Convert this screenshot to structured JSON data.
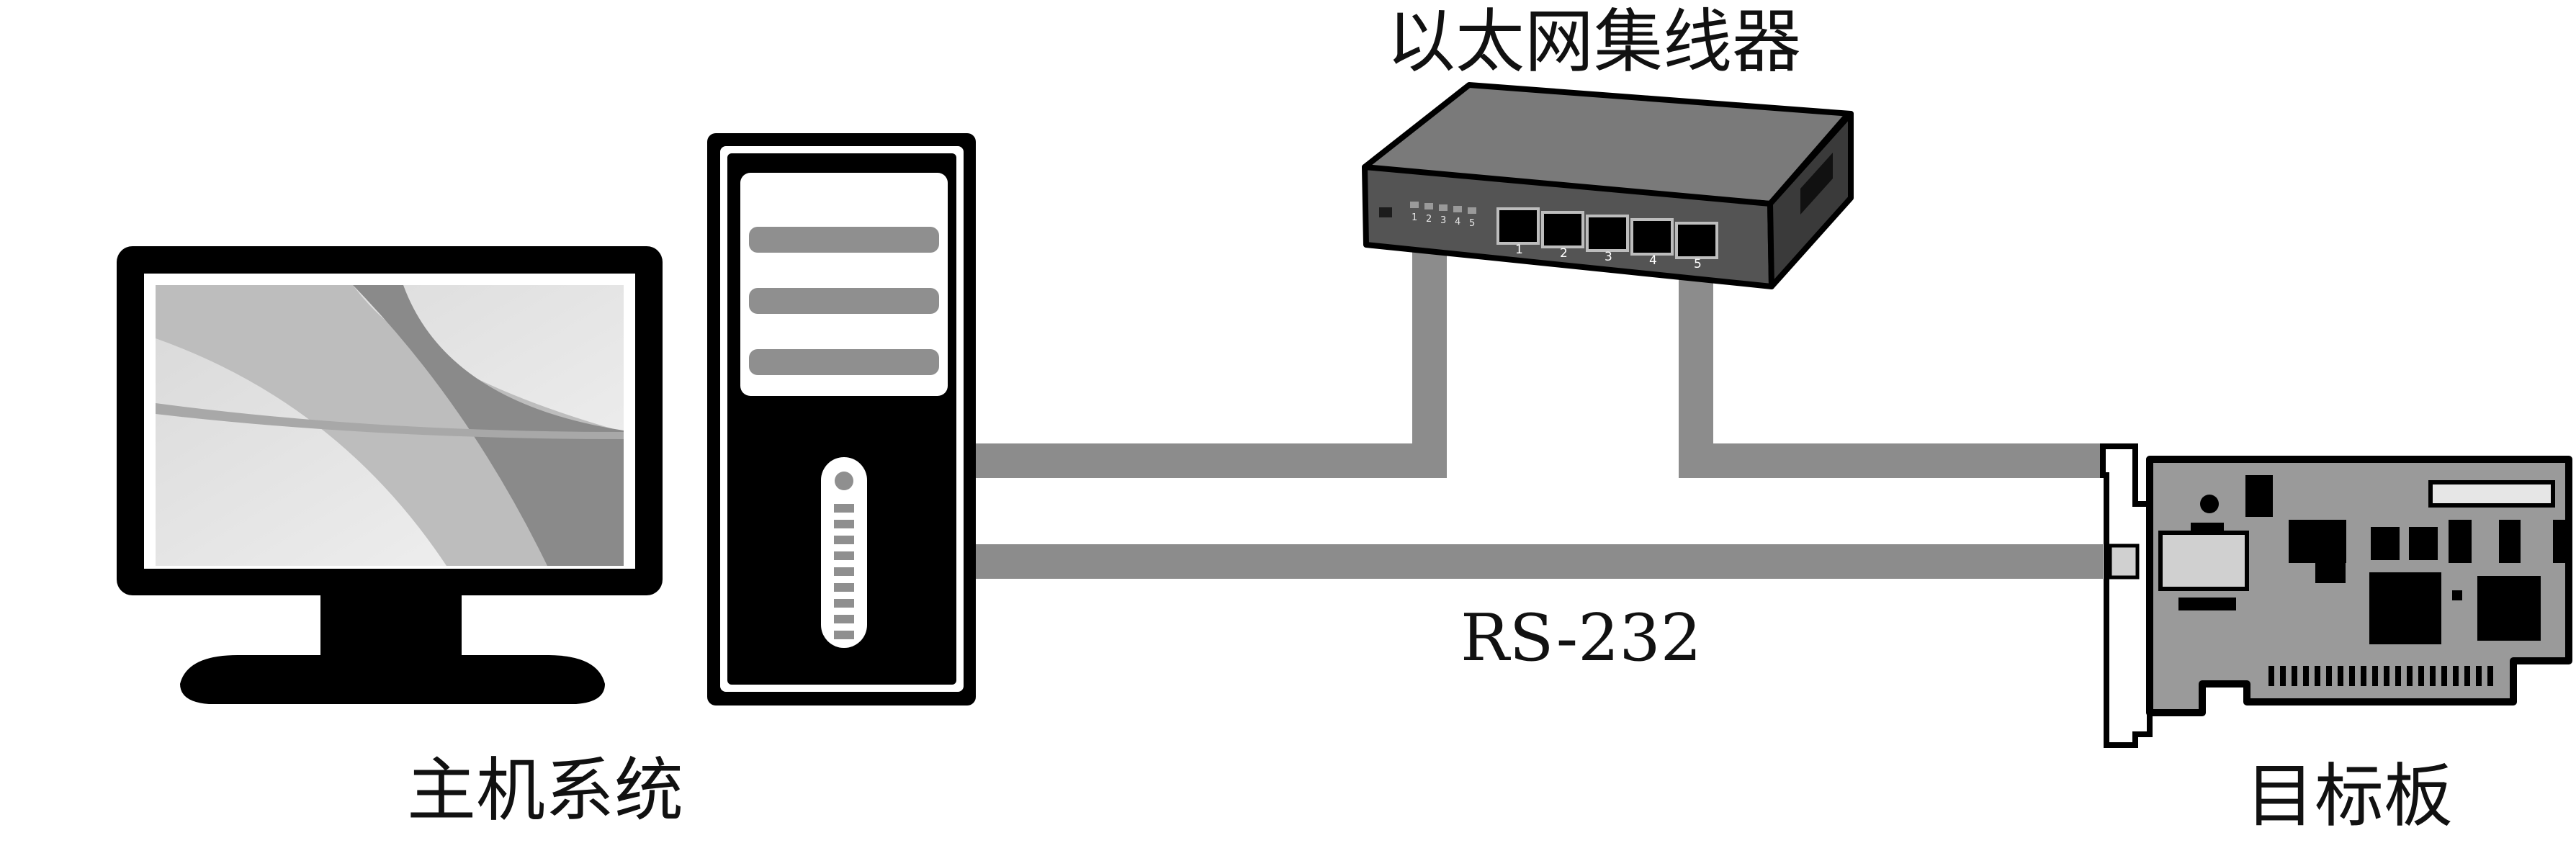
{
  "labels": {
    "hub": "以太网集线器",
    "host": "主机系统",
    "board": "目标板",
    "serial": "RS-232"
  },
  "hub_port_numbers": [
    "1",
    "2",
    "3",
    "4",
    "5"
  ],
  "hub_led_numbers": [
    "1",
    "2",
    "3",
    "4",
    "5"
  ],
  "colors": {
    "cable": "#8c8c8c",
    "outline": "#000000",
    "body_dark": "#545454",
    "body_top": "#7a7a7a",
    "board_fill": "#9a9a9a"
  }
}
